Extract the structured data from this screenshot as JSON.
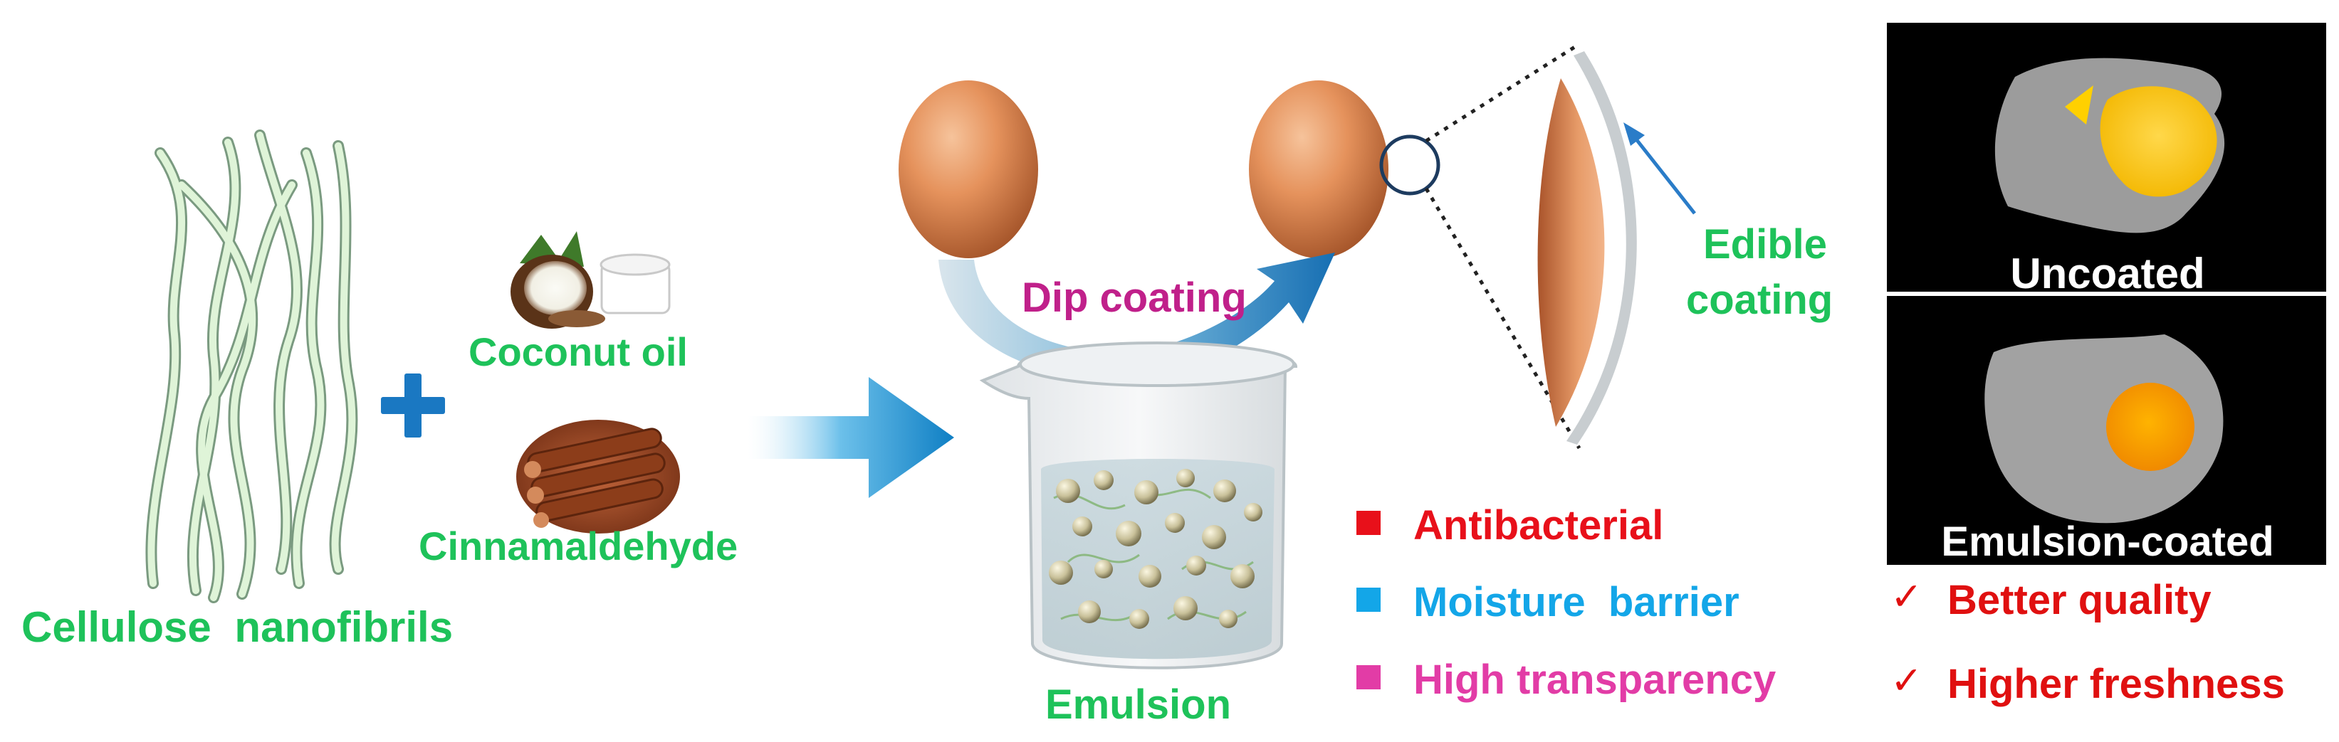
{
  "labels": {
    "cellulose": "Cellulose nanofibrils",
    "coconut": "Coconut oil",
    "cinnamaldehyde": "Cinnamaldehyde",
    "dip_coating": "Dip coating",
    "emulsion": "Emulsion",
    "edible_line1": "Edible",
    "edible_line2": "coating"
  },
  "properties": [
    {
      "label": "Antibacterial",
      "color": "#e8101a"
    },
    {
      "label": "Moisture  barrier",
      "color": "#13a6e8"
    },
    {
      "label": "High transparency",
      "color": "#e23ca6"
    }
  ],
  "photos": {
    "uncoated": "Uncoated",
    "coated": "Emulsion-coated"
  },
  "results": [
    {
      "check": "✓",
      "label": "Better quality"
    },
    {
      "check": "✓",
      "label": "Higher freshness"
    }
  ],
  "colors": {
    "green_text": "#1ec25a",
    "red_text": "#e01010",
    "arrow_blue": "#1b7fc4",
    "dip_text": "#c0208a",
    "plus": "#1a78c2"
  },
  "icons": {
    "plus": "plus-icon",
    "process_arrow": "arrow-right-icon",
    "check": "check-icon"
  }
}
